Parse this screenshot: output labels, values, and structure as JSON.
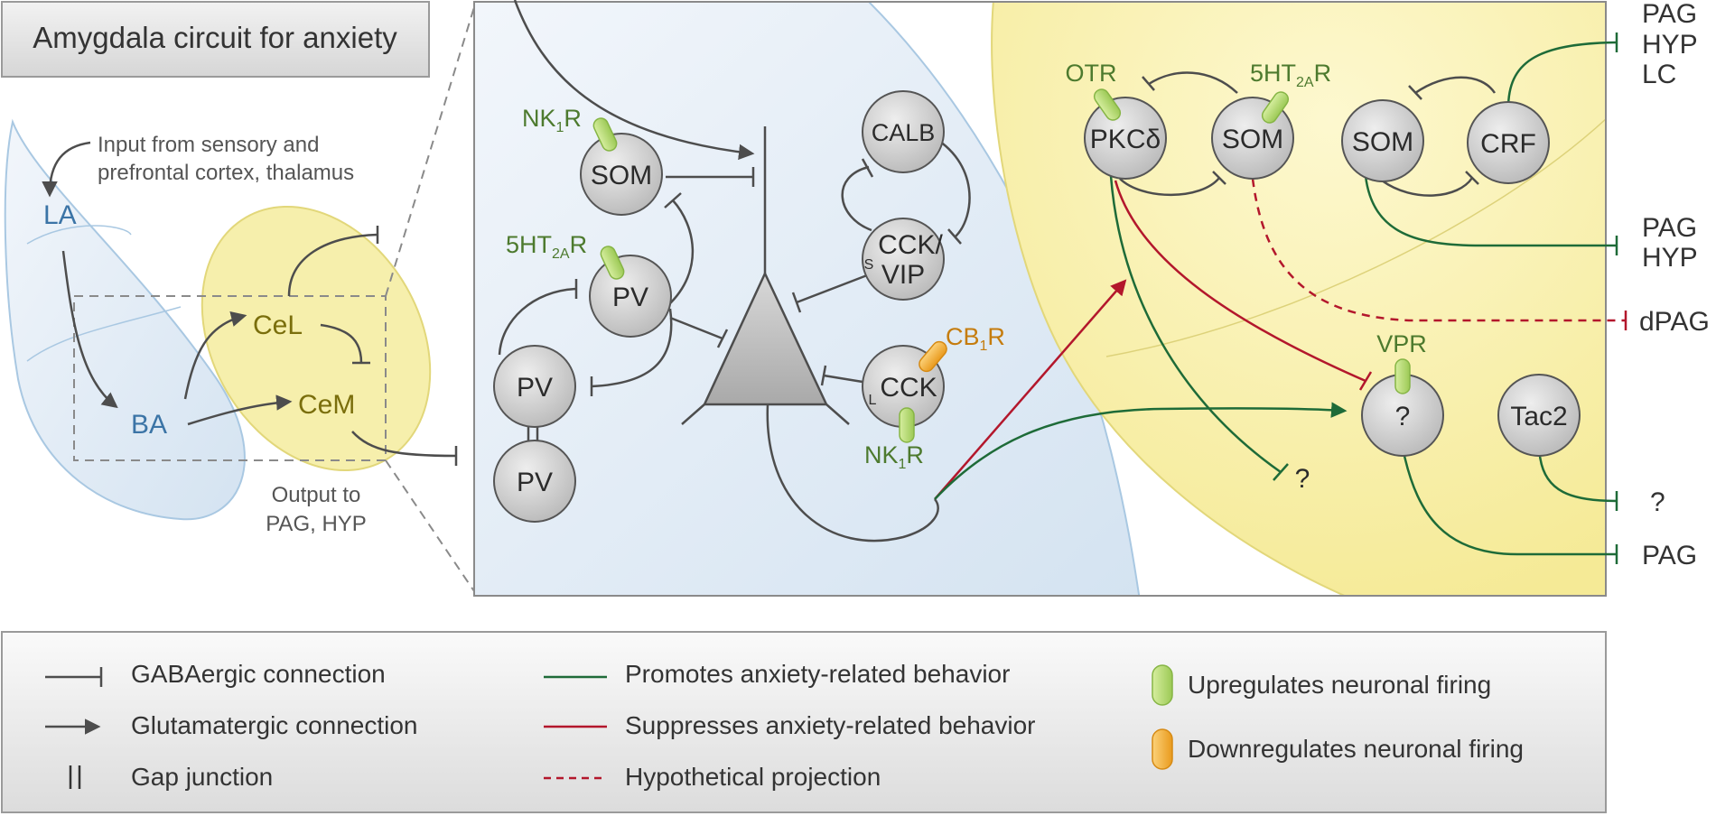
{
  "title": "Amygdala circuit for anxiety",
  "overview": {
    "input_text": [
      "Input from sensory and",
      "prefrontal cortex, thalamus"
    ],
    "regions": {
      "la": "LA",
      "ba": "BA",
      "cel": "CeL",
      "cem": "CeM"
    },
    "output_text": [
      "Output to",
      "PAG, HYP"
    ]
  },
  "bla_panel": {
    "cells": {
      "som": "SOM",
      "pv1": "PV",
      "pv2": "PV",
      "pv3": "PV",
      "calb": "CALB",
      "cck_vip": [
        "CCK/",
        "VIP"
      ],
      "cck": "CCK",
      "s_tag": "S",
      "l_tag": "L"
    },
    "receptors": {
      "nk1r_som": "NK",
      "nk1r_cck": "NK",
      "ht2ar_pv": "5HT",
      "cb1r": "CB",
      "sub_1": "1",
      "sub_2a": "2A",
      "r": "R"
    }
  },
  "ce_panel": {
    "cells": {
      "pkcd": "PKCδ",
      "som1": "SOM",
      "som2": "SOM",
      "crf": "CRF",
      "q_cell": "?",
      "tac2": "Tac2"
    },
    "receptors": {
      "otr": "OTR",
      "ht2ar": "5HT",
      "vpr": "VPR"
    },
    "question_target": "?",
    "outputs": {
      "top": [
        "PAG",
        "HYP",
        "LC"
      ],
      "mid": [
        "PAG",
        "HYP"
      ],
      "dpag": "dPAG",
      "q": "?",
      "pag": "PAG"
    }
  },
  "legend": {
    "gaba": "GABAergic connection",
    "glut": "Glutamatergic connection",
    "gap": "Gap junction",
    "promotes": "Promotes anxiety-related behavior",
    "suppresses": "Suppresses anxiety-related behavior",
    "hypothetical": "Hypothetical projection",
    "up": "Upregulates neuronal firing",
    "down": "Downregulates neuronal firing"
  },
  "colors": {
    "bla_fill": "#dfeaf5",
    "bla_stroke": "#a9c8e2",
    "ce_fill": "#f7efa6",
    "ce_stroke": "#e2d77a",
    "promotes": "#1e6b38",
    "suppresses": "#b3172c",
    "up_receptor": "#a9d46a",
    "down_receptor": "#f0a830",
    "line": "#4d4d4d"
  }
}
